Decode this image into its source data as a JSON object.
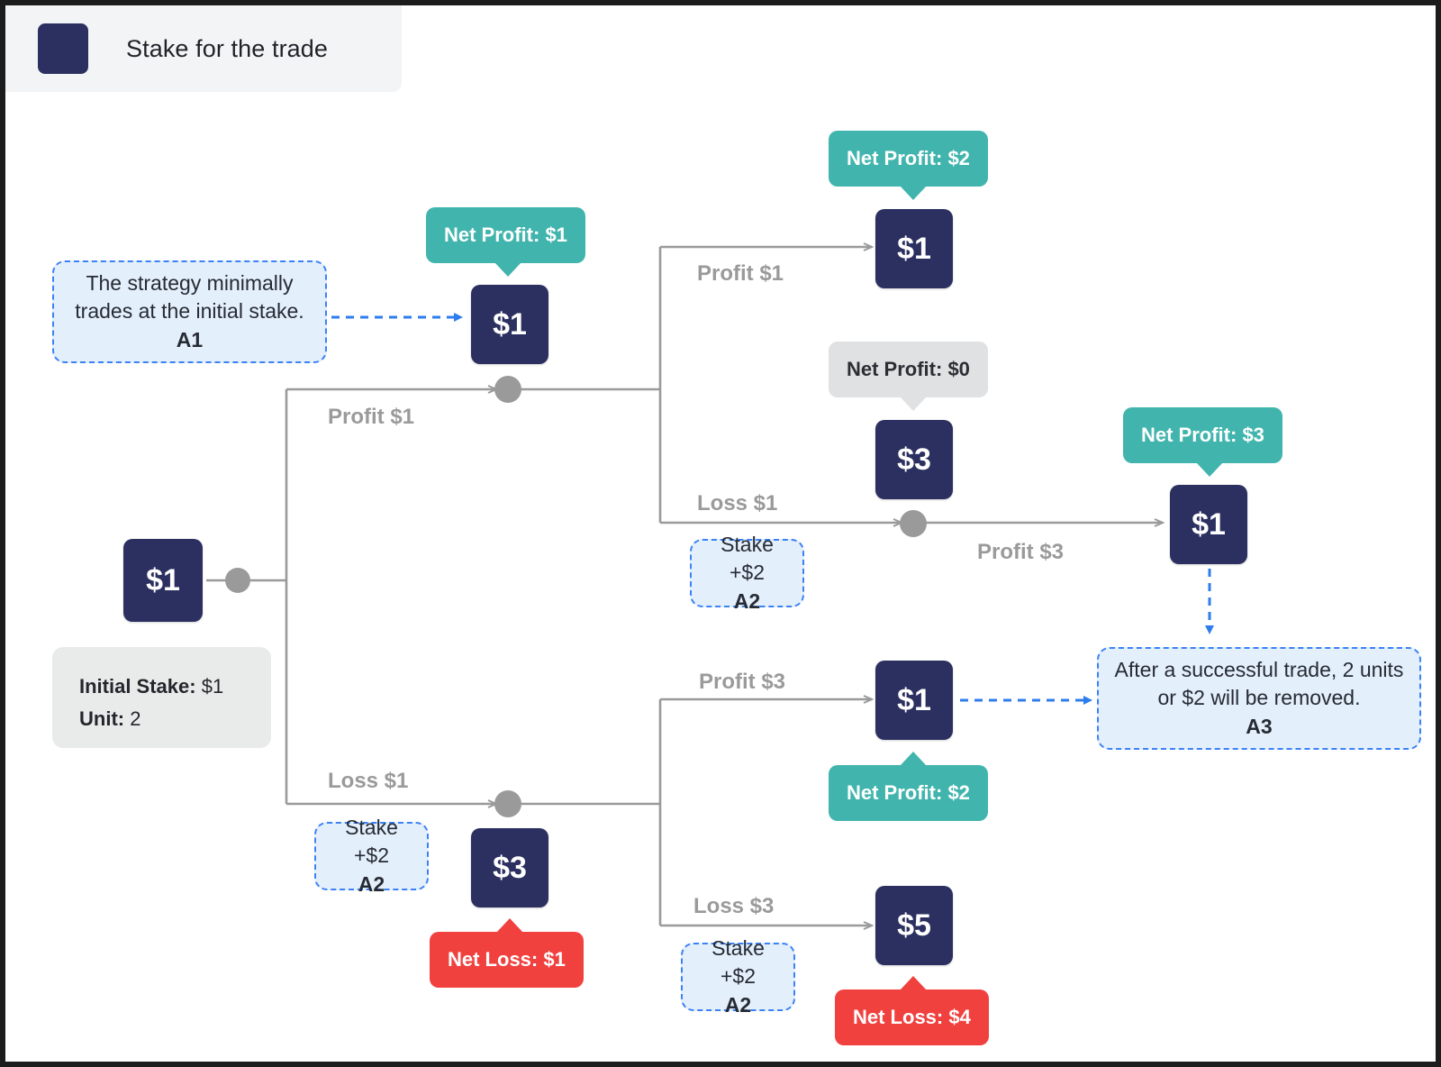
{
  "legend": {
    "swatch_color": "#2b3060",
    "label": "Stake for the trade"
  },
  "colors": {
    "navy": "#2b3060",
    "teal": "#41b5ad",
    "grey_callout": "#dfe1e3",
    "red": "#f0413f",
    "note_fill": "#e4effc",
    "note_border": "#3b82f6",
    "wire": "#9a9a9a",
    "info_fill": "#e9eaea"
  },
  "nodes": {
    "root": {
      "label": "$1"
    },
    "up": {
      "label": "$1"
    },
    "up_up": {
      "label": "$1"
    },
    "up_down": {
      "label": "$3"
    },
    "up_down_up": {
      "label": "$1"
    },
    "down": {
      "label": "$3"
    },
    "down_up": {
      "label": "$1"
    },
    "down_down": {
      "label": "$5"
    }
  },
  "callouts": {
    "up": {
      "text": "Net Profit: $1",
      "kind": "teal"
    },
    "up_up": {
      "text": "Net Profit: $2",
      "kind": "teal"
    },
    "up_down": {
      "text": "Net Profit: $0",
      "kind": "grey"
    },
    "up_down_up": {
      "text": "Net Profit: $3",
      "kind": "teal"
    },
    "down": {
      "text": "Net Loss: $1",
      "kind": "red"
    },
    "down_up": {
      "text": "Net Profit: $2",
      "kind": "teal"
    },
    "down_down": {
      "text": "Net Loss: $4",
      "kind": "red"
    }
  },
  "edge_labels": {
    "root_up": "Profit $1",
    "root_down": "Loss $1",
    "up_up": "Profit $1",
    "up_down": "Loss $1",
    "up_down_right": "Profit $3",
    "down_up": "Profit $3",
    "down_down": "Loss $3"
  },
  "notes": {
    "a1": {
      "text": "The strategy minimally trades at the initial stake.",
      "tag": "A1"
    },
    "a2_upper": {
      "text": "Stake +$2",
      "tag": "A2"
    },
    "a2_lower": {
      "text": "Stake +$2",
      "tag": "A2"
    },
    "a2_bottom": {
      "text": "Stake +$2",
      "tag": "A2"
    },
    "a3": {
      "text": "After a successful trade, 2 units or $2 will be removed.",
      "tag": "A3"
    }
  },
  "info": {
    "stake_key": "Initial Stake:",
    "stake_value": "$1",
    "unit_key": "Unit:",
    "unit_value": "2"
  }
}
